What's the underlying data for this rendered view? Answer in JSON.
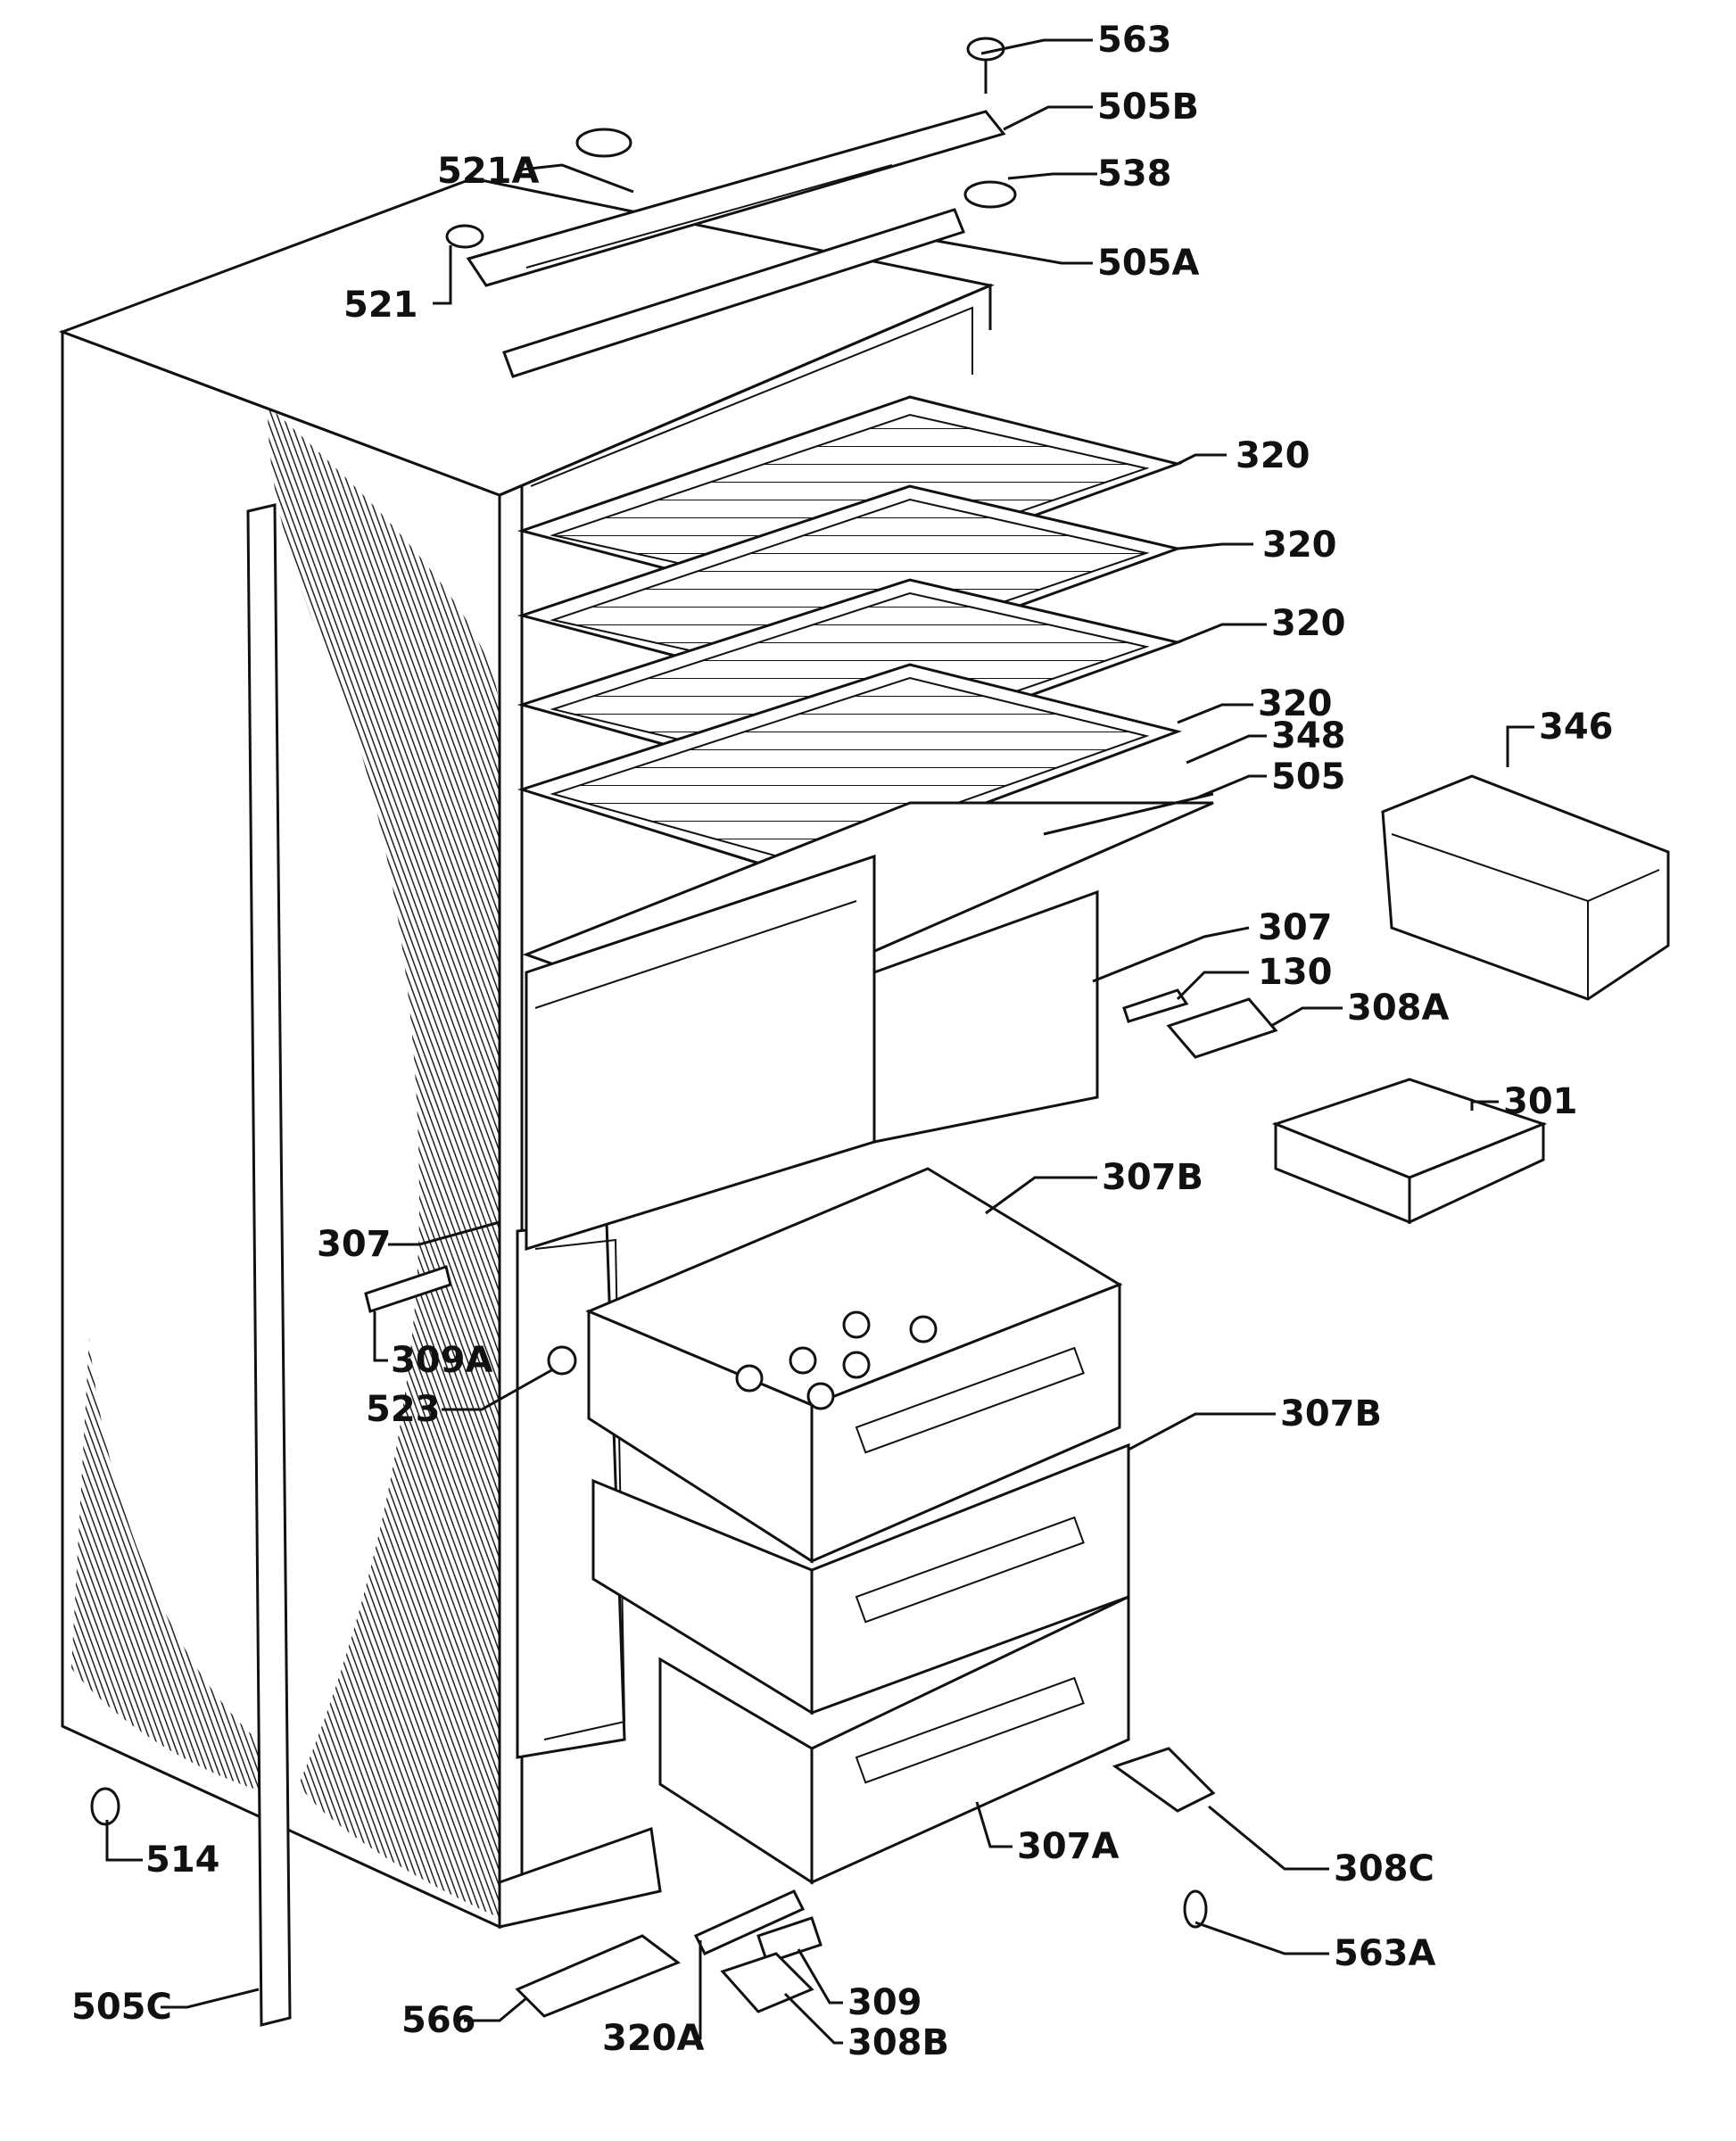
{
  "labels": {
    "l563": "563",
    "l505B": "505B",
    "l521A": "521A",
    "l538": "538",
    "l521": "521",
    "l505A": "505A",
    "l320a": "320",
    "l320b": "320",
    "l320c": "320",
    "l320d": "320",
    "l348": "348",
    "l505": "505",
    "l346": "346",
    "l307a": "307",
    "l130": "130",
    "l308A": "308A",
    "l301": "301",
    "l307B1": "307B",
    "l307b": "307",
    "l309A": "309A",
    "l523": "523",
    "l307B2": "307B",
    "l307A": "307A",
    "l308C": "308C",
    "l514": "514",
    "l563A": "563A",
    "l505C": "505C",
    "l566": "566",
    "l309": "309",
    "l320A": "320A",
    "l308B": "308B"
  }
}
